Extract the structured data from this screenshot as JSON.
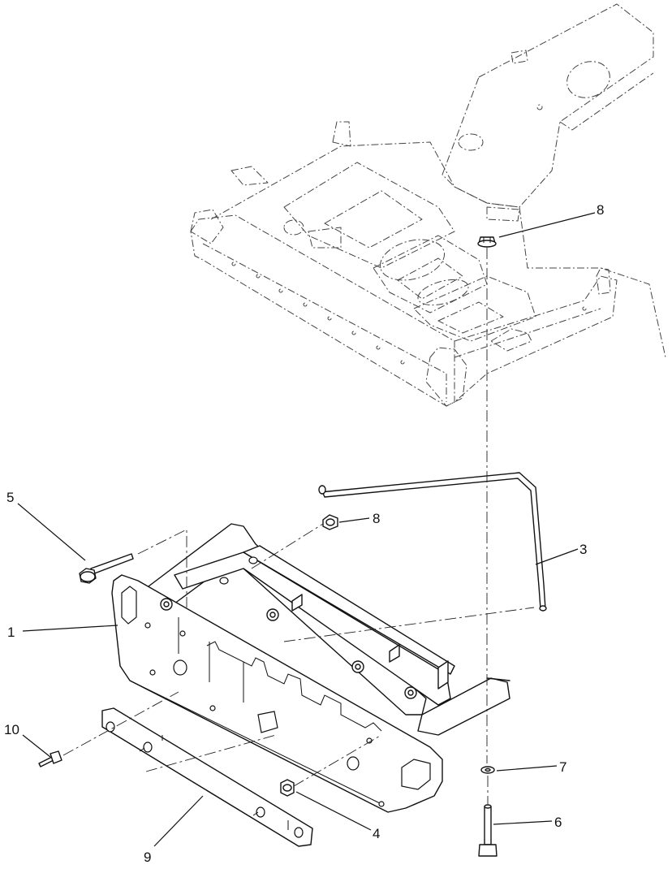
{
  "callouts": {
    "c1": "1",
    "c3": "3",
    "c4": "4",
    "c5": "5",
    "c6": "6",
    "c7": "7",
    "c8_top": "8",
    "c8_mid": "8",
    "c9": "9",
    "c10": "10"
  }
}
